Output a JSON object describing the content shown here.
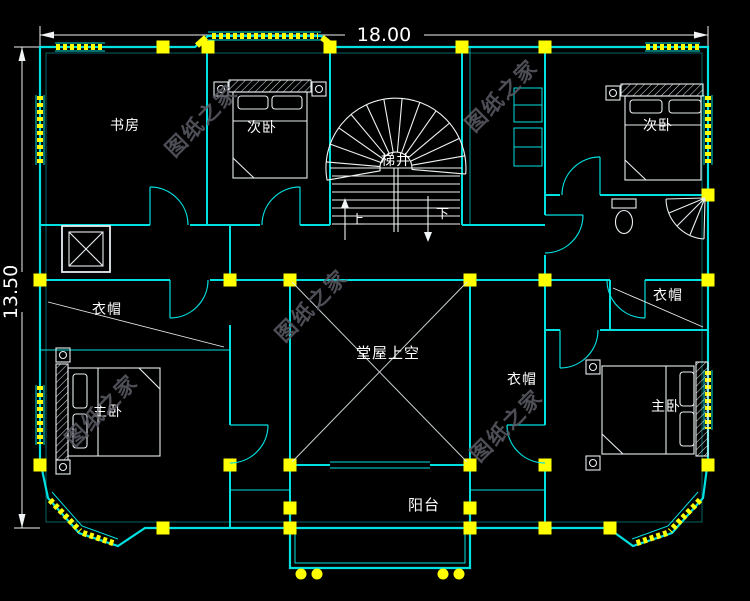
{
  "drawing": {
    "dim_width": "18.00",
    "dim_height": "13.50",
    "rooms": {
      "study": "书房",
      "bedroom_top_left": "次卧",
      "bedroom_top_right": "次卧",
      "stairwell": "梯井",
      "up": "上",
      "down": "下",
      "cloak_left": "衣帽",
      "cloak_right": "衣帽",
      "cloak_center": "衣帽",
      "master_left": "主卧",
      "master_right": "主卧",
      "hall_void": "堂屋上空",
      "balcony": "阳台"
    },
    "watermark": "图纸之家",
    "colors": {
      "background": "#000000",
      "wall": "#00e0e0",
      "accent": "#ffff00",
      "text": "#ffffff",
      "watermark": "#5c5c66"
    }
  }
}
